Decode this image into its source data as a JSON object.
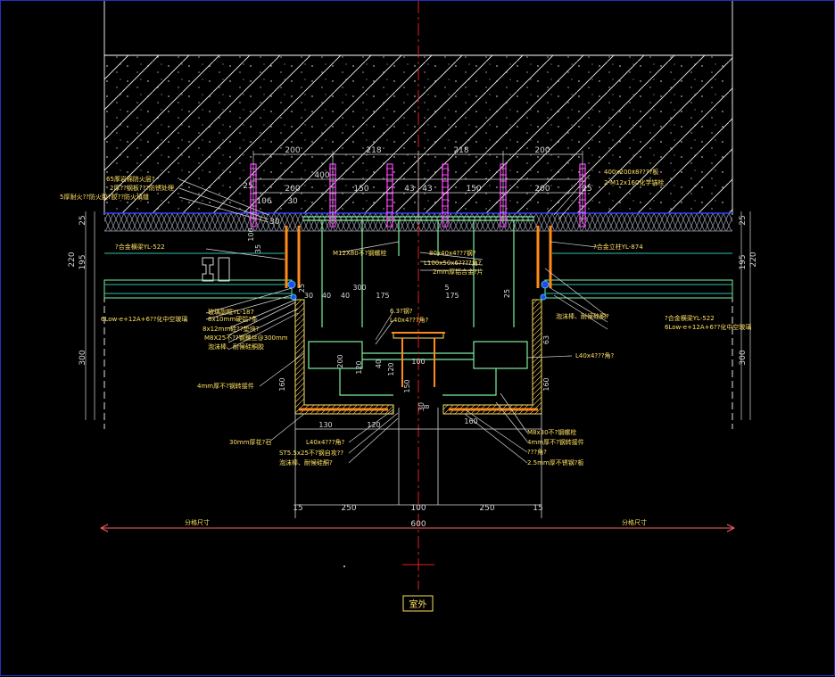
{
  "colors": {
    "background": "#000000",
    "frame": "#2230c8",
    "dim": "#d8d8d8",
    "label": "#ffe060",
    "centerline": "#e02020",
    "concrete_hatch": "#ffffff",
    "bolt": "#ff40ff",
    "gasket": "#ff8a1a",
    "metal": "#7cf0a0",
    "glass": "#33c0b0",
    "insulation": "#9aa0b0",
    "seal": "#20d0d0",
    "accent_blue": "#3040ff"
  },
  "top_dims": [
    "200",
    "218",
    "218",
    "200"
  ],
  "second_dims": [
    "400",
    "200",
    "150",
    "43",
    "43",
    "150",
    "200",
    "25"
  ],
  "third_dims": [
    "106",
    "30",
    "30",
    "25"
  ],
  "left_labels": [
    "65厚岩棉防火层?",
    "2厚??钢板???防锈处理",
    "5厚耐火??防火胶?胶??防火填缝",
    "?合金横梁YL-522",
    "玻璃副框YL-187",
    "6Low-e+12A+6??化中空玻璃",
    "8x10mm硬铝?条",
    "8x12mm硅??垫块?",
    "M8X25不??钢螺丝@300mm",
    "泡沫棒、耐候硅酮胶",
    "4mm厚不?钢转接件",
    "30mm厚花?石",
    "L40x4???角?",
    "ST5.5x25不?钢自攻??",
    "泡沫棒、耐候硅酮?"
  ],
  "center_labels": [
    "M12X80不?钢螺栓",
    "80x40x4???钢?",
    "L100x50x6????角?",
    "2mm厚铝合金?片",
    "6.3?钢?",
    "L40x4???角?"
  ],
  "right_labels": [
    "400x200x8????板",
    "2-M12x160化学锚栓",
    "?合金立柱YL-874",
    "泡沫棒、耐候硅酮?",
    "?合金横梁YL-522",
    "6Low-e+12A+6??化中空玻璃",
    "L40x4???角?",
    "M8x30不?钢螺栓",
    "4mm厚不?钢转接件",
    "???角?",
    "2.5mm厚不锈钢?板"
  ],
  "vertical_dims_left": [
    "25",
    "220",
    "195",
    "300"
  ],
  "vertical_dims_right": [
    "25",
    "220",
    "195",
    "300"
  ],
  "inner_dims": [
    "100",
    "35",
    "30",
    "40",
    "40",
    "300",
    "175",
    "5",
    "175",
    "25",
    "25",
    "63",
    "160",
    "160",
    "200",
    "120",
    "40",
    "100",
    "120",
    "150",
    "30",
    "8",
    "130",
    "120",
    "160"
  ],
  "bottom_dims": [
    "15",
    "250",
    "100",
    "250",
    "15"
  ],
  "total_dim": "600",
  "side_dim_label_left": "分格尺寸",
  "side_dim_label_right": "分格尺寸",
  "outdoor_label": "室外"
}
